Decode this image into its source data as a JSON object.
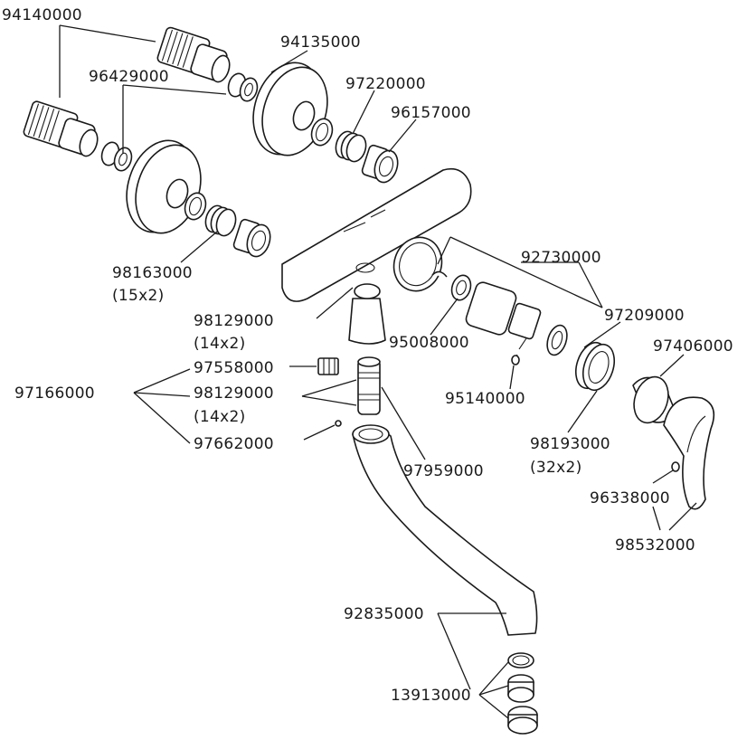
{
  "labels": {
    "p94140000": "94140000",
    "p94135000": "94135000",
    "p96429000": "96429000",
    "p97220000": "97220000",
    "p96157000": "96157000",
    "p98163000": "98163000",
    "p98163000_size": "(15x2)",
    "p92730000": "92730000",
    "p97209000": "97209000",
    "p97406000": "97406000",
    "p98129000_a": "98129000",
    "p98129000_a_size": "(14x2)",
    "p95008000": "95008000",
    "p97166000": "97166000",
    "p97558000": "97558000",
    "p98129000_b": "98129000",
    "p98129000_b_size": "(14x2)",
    "p95140000": "95140000",
    "p97662000": "97662000",
    "p97959000": "97959000",
    "p98193000": "98193000",
    "p98193000_size": "(32x2)",
    "p96338000": "96338000",
    "p98532000": "98532000",
    "p92835000": "92835000",
    "p13913000": "13913000"
  }
}
